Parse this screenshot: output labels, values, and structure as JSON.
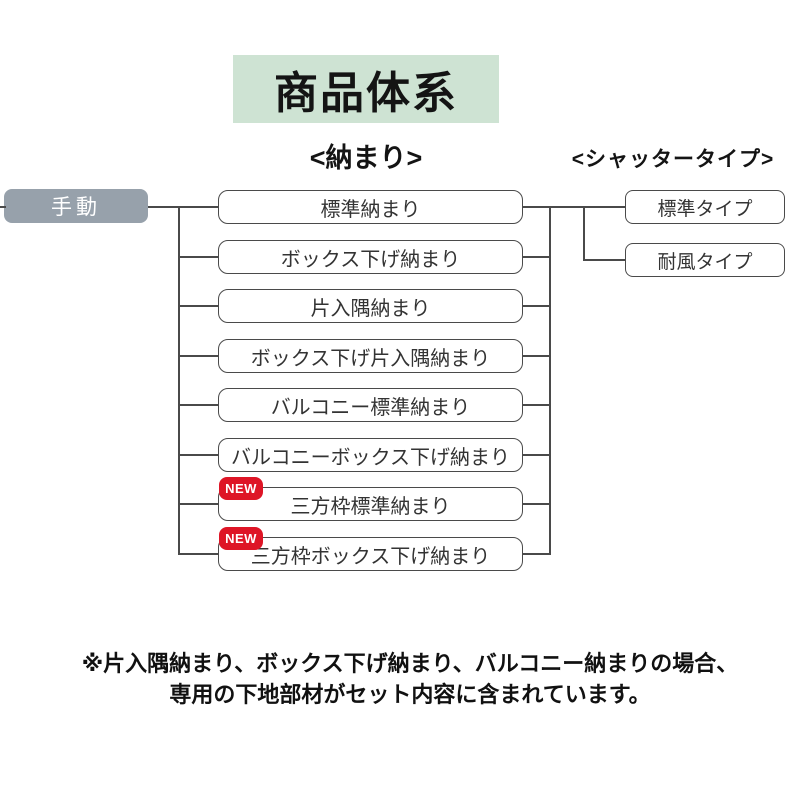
{
  "title": "商品体系",
  "headings": {
    "noumari": "<納まり>",
    "shutter": "<シャッタータイプ>"
  },
  "root": {
    "label": "手動"
  },
  "new_badge_label": "NEW",
  "noumari_items": [
    {
      "label": "標準納まり",
      "new": false
    },
    {
      "label": "ボックス下げ納まり",
      "new": false
    },
    {
      "label": "片入隅納まり",
      "new": false
    },
    {
      "label": "ボックス下げ片入隅納まり",
      "new": false
    },
    {
      "label": "バルコニー標準納まり",
      "new": false
    },
    {
      "label": "バルコニーボックス下げ納まり",
      "new": false
    },
    {
      "label": "三方枠標準納まり",
      "new": true
    },
    {
      "label": "三方枠ボックス下げ納まり",
      "new": true
    }
  ],
  "shutter_items": [
    {
      "label": "標準タイプ"
    },
    {
      "label": "耐風タイプ"
    }
  ],
  "note_lines": [
    "※片入隅納まり、ボックス下げ納まり、バルコニー納まりの場合、",
    "専用の下地部材がセット内容に含まれています。"
  ],
  "colors": {
    "title_bg": "#cee3d3",
    "root_bg": "#97a1ab",
    "badge_bg": "#de1526",
    "line": "#4a4a4a"
  }
}
